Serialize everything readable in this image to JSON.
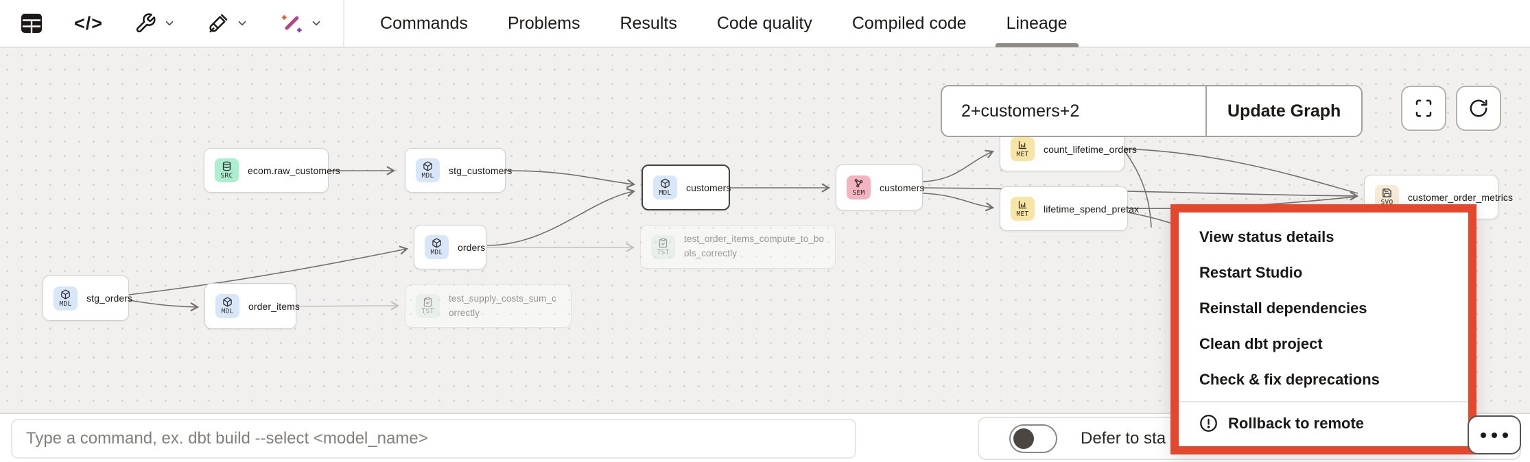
{
  "toolbar": {
    "icons": {
      "code_glyph": "</>"
    },
    "tabs": [
      {
        "label": "Commands",
        "active": false
      },
      {
        "label": "Problems",
        "active": false
      },
      {
        "label": "Results",
        "active": false
      },
      {
        "label": "Code quality",
        "active": false
      },
      {
        "label": "Compiled code",
        "active": false
      },
      {
        "label": "Lineage",
        "active": true
      }
    ]
  },
  "graph": {
    "selector": {
      "value": "2+customers+2",
      "button_label": "Update Graph"
    },
    "nodes": [
      {
        "id": "ecom-raw-customers",
        "badge": "SRC",
        "label": "ecom.raw_customers",
        "type": "source"
      },
      {
        "id": "stg-customers",
        "badge": "MDL",
        "label": "stg_customers",
        "type": "model"
      },
      {
        "id": "customers-model",
        "badge": "MDL",
        "label": "customers",
        "type": "model",
        "selected": true
      },
      {
        "id": "orders",
        "badge": "MDL",
        "label": "orders",
        "type": "model"
      },
      {
        "id": "stg-orders",
        "badge": "MDL",
        "label": "stg_orders",
        "type": "model"
      },
      {
        "id": "order-items",
        "badge": "MDL",
        "label": "order_items",
        "type": "model"
      },
      {
        "id": "test-order-items-compute",
        "badge": "TST",
        "label": "test_order_items_compute_to_bools_correctly",
        "type": "test",
        "faded": true
      },
      {
        "id": "test-supply-costs-sum",
        "badge": "TST",
        "label": "test_supply_costs_sum_correctly",
        "type": "test",
        "faded": true
      },
      {
        "id": "customers-semantic",
        "badge": "SEM",
        "label": "customers",
        "type": "semantic_model"
      },
      {
        "id": "count-lifetime-orders",
        "badge": "MET",
        "label": "count_lifetime_orders",
        "type": "metric"
      },
      {
        "id": "lifetime-spend-pretax",
        "badge": "MET",
        "label": "lifetime_spend_pretax",
        "type": "metric"
      },
      {
        "id": "customer-order-metrics",
        "badge": "SVQ",
        "label": "customer_order_metrics",
        "type": "saved_query"
      }
    ]
  },
  "menu": {
    "items": [
      "View status details",
      "Restart Studio",
      "Reinstall dependencies",
      "Clean dbt project",
      "Check & fix deprecations"
    ],
    "rollback_label": "Rollback to remote"
  },
  "command_bar": {
    "placeholder": "Type a command, ex. dbt build --select <model_name>",
    "defer_label": "Defer to sta",
    "defer_toggle_on": false
  },
  "colors": {
    "highlight_border": "#e5472d",
    "canvas_bg": "#f1f0ee",
    "badge_src": "#abefd0",
    "badge_mdl": "#d8e6fa",
    "badge_met": "#f8e5a3",
    "badge_sem": "#f4b3c0",
    "badge_svq": "#f7ead6",
    "badge_tst": "#def2e3"
  }
}
